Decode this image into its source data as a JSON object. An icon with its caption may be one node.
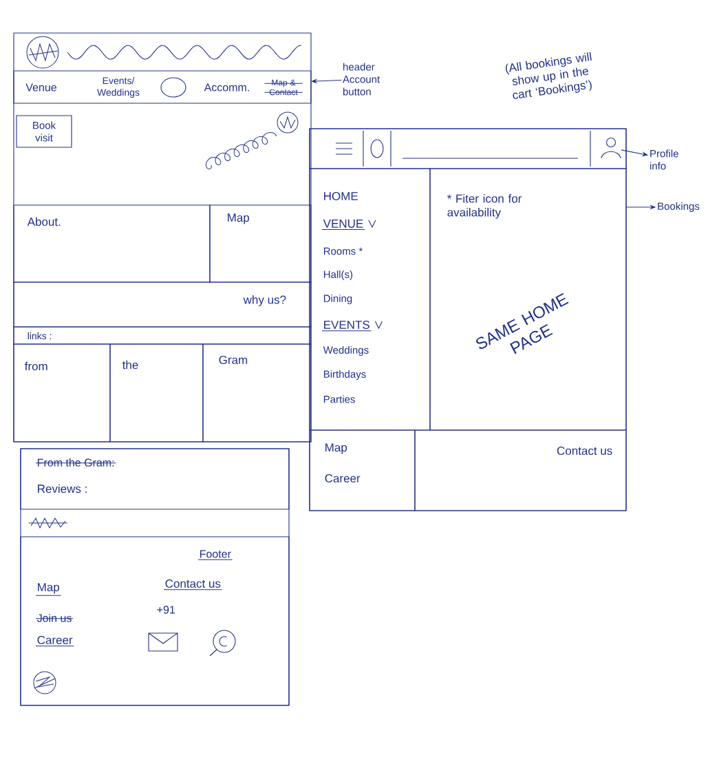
{
  "diagram": {
    "nodes": [
      {
        "text": [],
        "shape": "box"
      },
      {
        "text": [
          "Venue",
          "Events/ Weddings",
          "Accomm.",
          "Map & Contact"
        ],
        "in": 0
      },
      {
        "text": [
          "Book visit"
        ],
        "in": 0
      },
      {
        "text": [
          "About."
        ],
        "in": 0
      },
      {
        "text": [
          "Map"
        ],
        "in": 0
      },
      {
        "text": [
          "why us?"
        ],
        "in": 0
      },
      {
        "text": [
          "links :"
        ],
        "in": 0
      },
      {
        "text": [
          "from"
        ],
        "in": 0
      },
      {
        "text": [
          "the"
        ],
        "in": 0
      },
      {
        "text": [
          "Gram"
        ],
        "in": 0
      },
      {
        "text": [],
        "shape": "box"
      },
      {
        "text": [
          "From the Gram:",
          "Reviews :"
        ],
        "in": 10
      },
      {
        "text": [
          "Footer",
          "Map",
          "Join us",
          "Career",
          "Contact us",
          "+91"
        ],
        "in": 10
      },
      {
        "text": [],
        "shape": "box"
      },
      {
        "text": [],
        "shape": "bar",
        "in": 13
      },
      {
        "text": [],
        "shape": "person",
        "in": 14
      },
      {
        "text": [
          "HOME",
          "VENUE",
          "Rooms *",
          "Hall(s)",
          "Dining",
          "EVENTS",
          "Weddings",
          "Birthdays",
          "Parties"
        ],
        "in": 13
      },
      {
        "text": [
          "* Fiter icon for availability",
          "SAME HOME PAGE"
        ],
        "in": 13
      },
      {
        "text": [
          "Map",
          "Career"
        ],
        "in": 13
      },
      {
        "text": [
          "Contact us"
        ],
        "in": 13
      },
      {
        "text": [
          "header Account button"
        ]
      },
      {
        "text": [
          "Profile info"
        ]
      },
      {
        "text": [
          "Bookings"
        ]
      }
    ],
    "edges": [
      {
        "from": 20,
        "to": 1,
        "arrow": "to"
      },
      {
        "from": 15,
        "to": 21,
        "arrow": "to"
      },
      {
        "from": 17,
        "to": 22,
        "arrow": "to"
      }
    ],
    "labels": [
      "(All bookings will show up in the cart ‘Bookings’)"
    ]
  }
}
